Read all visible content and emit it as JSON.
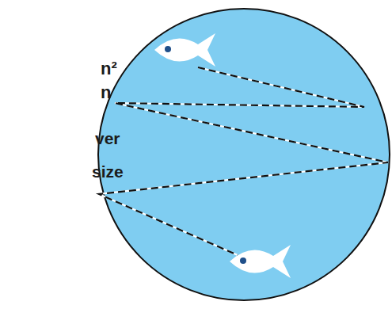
{
  "diagram": {
    "labels": [
      "n²",
      "n",
      "ver",
      "size"
    ]
  }
}
